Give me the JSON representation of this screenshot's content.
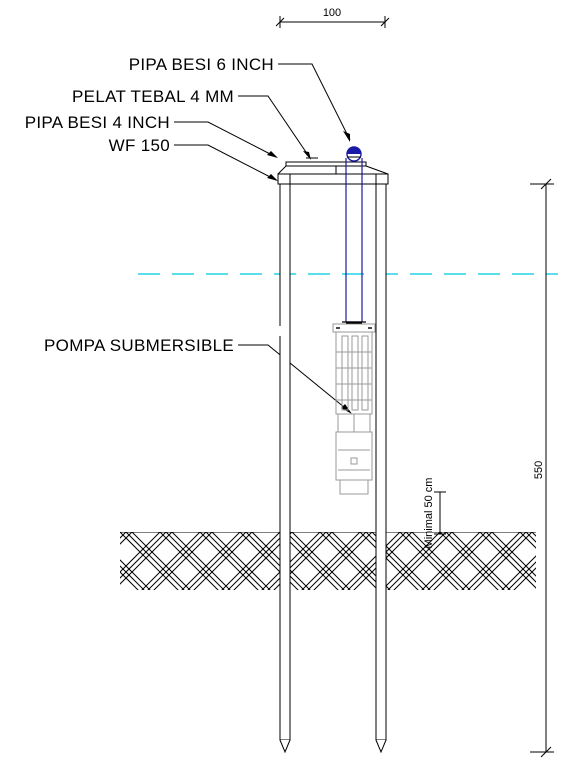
{
  "labels": {
    "pipe_6in": "PIPA BESI 6 INCH",
    "plate": "PELAT TEBAL 4 MM",
    "pipe_4in": "PIPA BESI 4 INCH",
    "wf": "WF 150",
    "pump": "POMPA SUBMERSIBLE"
  },
  "dimensions": {
    "top_width": "100",
    "total_height": "550",
    "min_clearance": "Minimal 50 cm"
  },
  "colors": {
    "line": "#000000",
    "pipe": "#1a1aa6",
    "water": "#22d3e6",
    "pump": "#9a9a9a"
  }
}
